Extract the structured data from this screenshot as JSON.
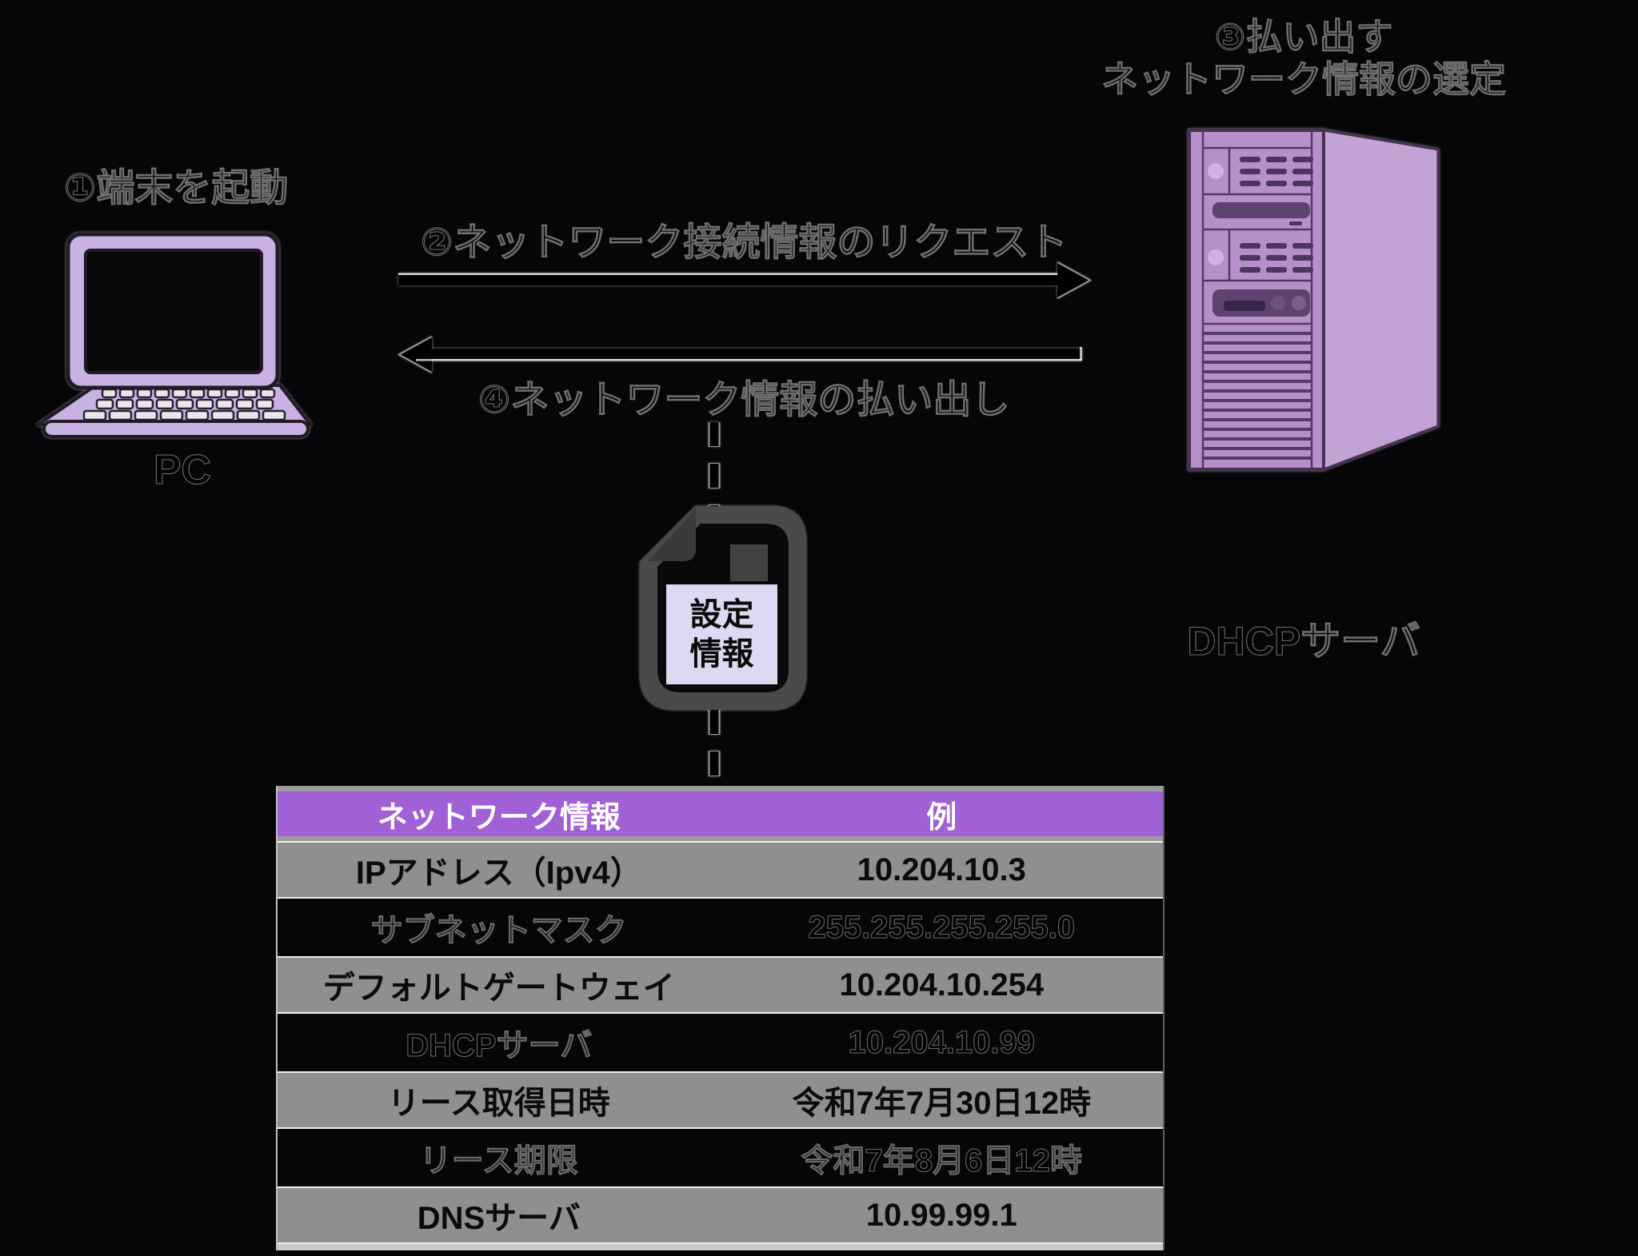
{
  "diagram": {
    "step1_label": "①端末を起動",
    "step2_label": "②ネットワーク接続情報のリクエスト",
    "step3_line1": "③払い出す",
    "step3_line2": "ネットワーク情報の選定",
    "step4_label": "④ネットワーク情報の払い出し",
    "pc_label": "PC",
    "server_label": "DHCPサーバ",
    "config_doc_label_line1": "設定",
    "config_doc_label_line2": "情報"
  },
  "table": {
    "headers": [
      "ネットワーク情報",
      "例"
    ],
    "rows": [
      {
        "label": "IPアドレス（Ipv4）",
        "value": "10.204.10.3"
      },
      {
        "label": "サブネットマスク",
        "value": "255.255.255.255.0"
      },
      {
        "label": "デフォルトゲートウェイ",
        "value": "10.204.10.254"
      },
      {
        "label": "DHCPサーバ",
        "value": "10.204.10.99"
      },
      {
        "label": "リース取得日時",
        "value": "令和7年7月30日12時"
      },
      {
        "label": "リース期限",
        "value": "令和7年8月6日12時"
      },
      {
        "label": "DNSサーバ",
        "value": "10.99.99.1"
      }
    ]
  },
  "colors": {
    "background": "#060608",
    "header_purple": "#a160d6",
    "row_gray": "#8f8f8f",
    "device_purple_light": "#c9b1e4",
    "server_front_purple": "#b78fcb",
    "server_side_purple": "#c3a3d5",
    "doc_icon_gray": "#4a4a4a",
    "doc_label_lavender": "#ded9f3"
  }
}
